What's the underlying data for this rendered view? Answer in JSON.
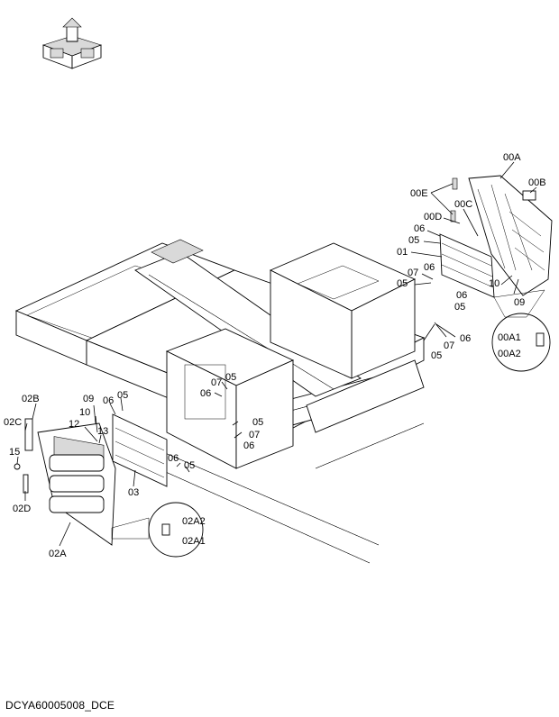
{
  "drawing_id": "DCYA60005008_DCE",
  "callouts": {
    "c00A": "00A",
    "c00B": "00B",
    "c00E": "00E",
    "c00C": "00C",
    "c00D": "00D",
    "c06a": "06",
    "c05a": "05",
    "c01": "01",
    "c07a": "07",
    "c06b": "06",
    "c05b": "05",
    "c10a": "10",
    "c06c": "06",
    "c05c": "05",
    "c09a": "09",
    "c06d": "06",
    "c07b": "07",
    "c05d": "05",
    "c00A1": "00A1",
    "c00A2": "00A2",
    "c02B": "02B",
    "c09b": "09",
    "c06e": "06",
    "c05e": "05",
    "c10b": "10",
    "c12": "12",
    "c13": "13",
    "c02C": "02C",
    "c15": "15",
    "c02D": "02D",
    "c07c": "07",
    "c05f": "05",
    "c06f": "06",
    "c05g": "05",
    "c07d": "07",
    "c06g": "06",
    "c06h": "06",
    "c05h": "05",
    "c03": "03",
    "c02A2": "02A2",
    "c02A1": "02A1",
    "c02A": "02A"
  }
}
